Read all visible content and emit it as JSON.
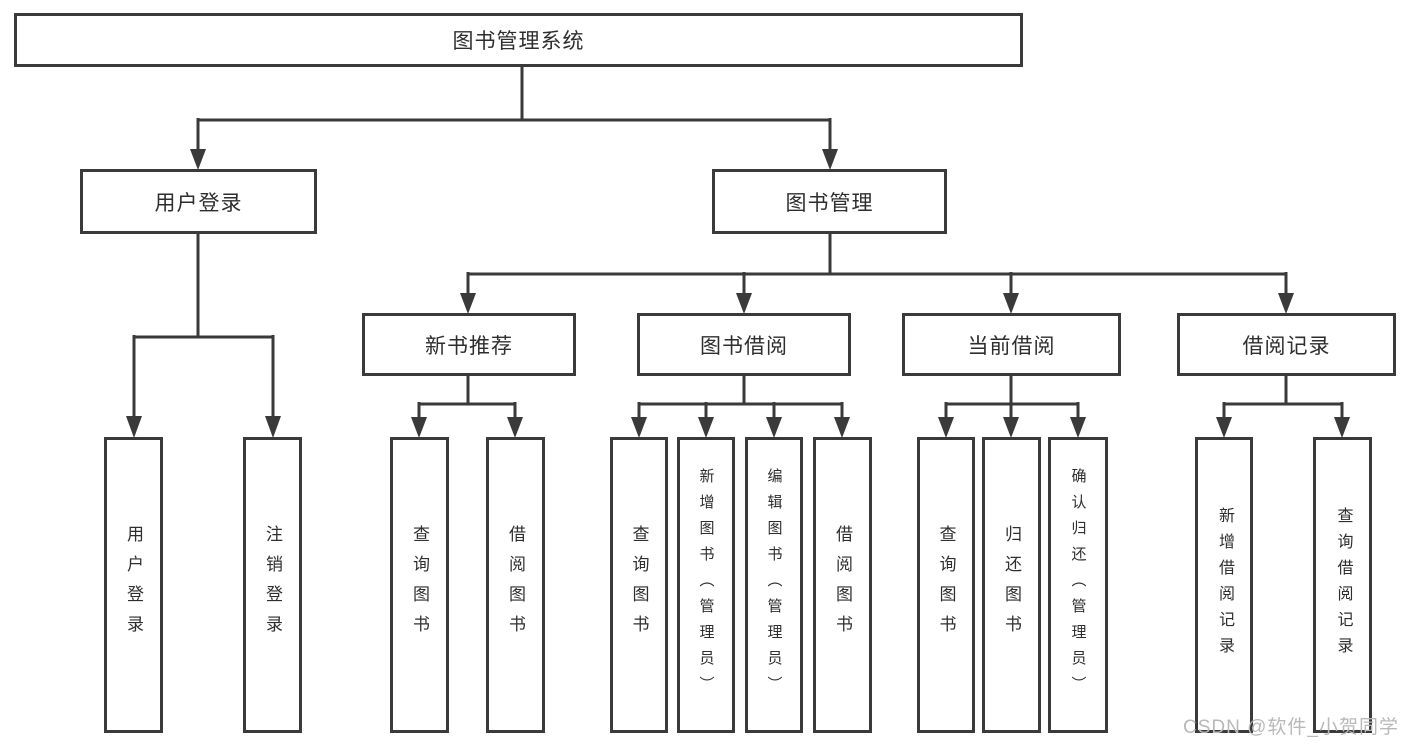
{
  "diagram": {
    "title": "图书管理系统",
    "watermark": "CSDN @软件_小贺同学",
    "colors": {
      "line": "#3a3a3a",
      "border": "#3a3a3a",
      "text": "#2e2e2e",
      "watermark": "#b9b9b9",
      "background": "#ffffff"
    },
    "labels": {
      "root": "图书管理系统",
      "user_login": "用户登录",
      "book_mgmt": "图书管理",
      "new_book_rec": "新书推荐",
      "book_borrow": "图书借阅",
      "current_borrow": "当前借阅",
      "borrow_record": "借阅记录",
      "login_leaf": "用户登录",
      "logout_leaf": "注销登录",
      "rec_query": "查询图书",
      "rec_borrow": "借阅图书",
      "bb_query": "查询图书",
      "bb_add": "新增图书（管理员）",
      "bb_edit": "编辑图书（管理员）",
      "bb_borrow": "借阅图书",
      "cb_query": "查询图书",
      "cb_return": "归还图书",
      "cb_confirm": "确认归还（管理员）",
      "br_add": "新增借阅记录",
      "br_query": "查询借阅记录"
    },
    "structure": {
      "图书管理系统": {
        "用户登录": [
          "用户登录",
          "注销登录"
        ],
        "图书管理": {
          "新书推荐": [
            "查询图书",
            "借阅图书"
          ],
          "图书借阅": [
            "查询图书",
            "新增图书（管理员）",
            "编辑图书（管理员）",
            "借阅图书"
          ],
          "当前借阅": [
            "查询图书",
            "归还图书",
            "确认归还（管理员）"
          ],
          "借阅记录": [
            "新增借阅记录",
            "查询借阅记录"
          ]
        }
      }
    }
  }
}
